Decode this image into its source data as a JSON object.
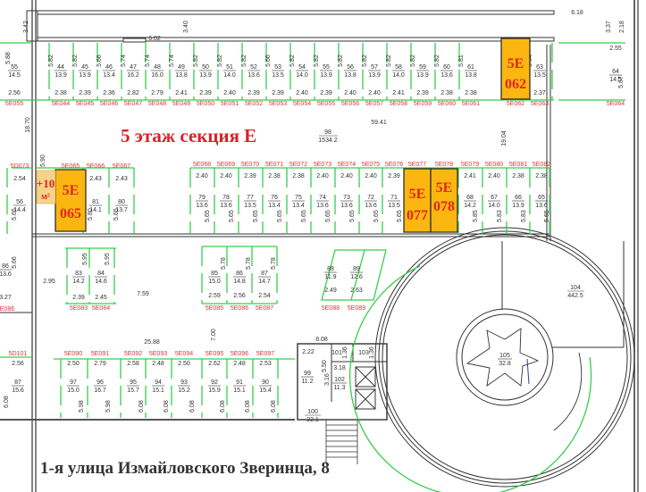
{
  "title": "5 этаж секция Е",
  "address": "1-я улица Измайловского Зверинца, 8",
  "colors": {
    "highlight": "#fbb710",
    "highlight_text": "#e0261f",
    "unit_code": "#e0303a",
    "partition": "#35d04a",
    "wall": "#333333"
  },
  "highlighted_units": [
    {
      "label_line1": "5E",
      "label_line2": "062",
      "code": "5E062"
    },
    {
      "label_line1": "5E",
      "label_line2": "065",
      "code": "5E065"
    },
    {
      "label_line1": "5E",
      "label_line2": "077",
      "code": "5E077"
    },
    {
      "label_line1": "5E",
      "label_line2": "078",
      "code": "5E078"
    }
  ],
  "extra_area": {
    "line1": "+10",
    "line2": "м²"
  },
  "top_row": [
    {
      "code": "5E044",
      "num": "44",
      "area": "13.9",
      "width": "2.38",
      "depth": "5.82"
    },
    {
      "code": "5E045",
      "num": "45",
      "area": "13.9",
      "width": "2.39",
      "depth": "5.82"
    },
    {
      "code": "5E046",
      "num": "46",
      "area": "13.4",
      "width": "2.36",
      "depth": "5.66"
    },
    {
      "code": "5E047",
      "num": "47",
      "area": "16.2",
      "width": "2.82",
      "depth": "5.74"
    },
    {
      "code": "5E048",
      "num": "48",
      "area": "16.0",
      "width": "2.79",
      "depth": "5.74"
    },
    {
      "code": "5E049",
      "num": "49",
      "area": "13.8",
      "width": "2.41",
      "depth": "5.74"
    },
    {
      "code": "5E050",
      "num": "50",
      "area": "13.9",
      "width": "2.39",
      "depth": "5.82"
    },
    {
      "code": "5E051",
      "num": "51",
      "area": "14.0",
      "width": "2.40",
      "depth": "5.82"
    },
    {
      "code": "5E052",
      "num": "52",
      "area": "13.6",
      "width": "2.39",
      "depth": "5.82"
    },
    {
      "code": "5E053",
      "num": "53",
      "area": "13.5",
      "width": "2.39",
      "depth": "5.66"
    },
    {
      "code": "5E054",
      "num": "54",
      "area": "14.0",
      "width": "2.40",
      "depth": "5.82"
    },
    {
      "code": "5E055",
      "num": "55",
      "area": "13.9",
      "width": "2.39",
      "depth": "5.82"
    },
    {
      "code": "5E056",
      "num": "56",
      "area": "13.8",
      "width": "2.40",
      "depth": "5.82"
    },
    {
      "code": "5E057",
      "num": "57",
      "area": "13.9",
      "width": "2.40",
      "depth": "5.82"
    },
    {
      "code": "5E058",
      "num": "58",
      "area": "14.0",
      "width": "2.41",
      "depth": "5.82"
    },
    {
      "code": "5E059",
      "num": "59",
      "area": "13.9",
      "width": "2.39",
      "depth": "5.82"
    },
    {
      "code": "5E060",
      "num": "60",
      "area": "13.6",
      "width": "2.38",
      "depth": "5.82"
    },
    {
      "code": "5E061",
      "num": "61",
      "area": "13.8",
      "width": "2.38",
      "depth": "5.81"
    },
    {
      "code": "5E062",
      "num": "",
      "area": "",
      "width": "",
      "depth": ""
    },
    {
      "code": "5E063",
      "num": "63",
      "area": "13.5",
      "width": "2.37",
      "depth": "5.64"
    }
  ],
  "left_top": {
    "code": "5E055",
    "num": "55",
    "area": "14.5",
    "width": "2.56",
    "depth": "5.88"
  },
  "right_top": {
    "code": "5E064",
    "num": "64",
    "area": "14.5",
    "width": "2.55",
    "depth": "5.67"
  },
  "mid_row_left": [
    {
      "code": "5D073",
      "num": "56",
      "area": "14.4",
      "width": "2.54",
      "depth": "5.65"
    },
    {
      "code": "5E065",
      "num": "",
      "area": "",
      "width": "",
      "depth": ""
    },
    {
      "code": "5E066",
      "num": "81",
      "area": "14.1",
      "width": "2.43",
      "depth": "5.80"
    },
    {
      "code": "5E067",
      "num": "80",
      "area": "13.7",
      "width": "2.43",
      "depth": "5.65"
    }
  ],
  "mid_row": [
    {
      "code": "5E068",
      "num": "79",
      "area": "13.6",
      "width": "2.40",
      "depth": "5.65"
    },
    {
      "code": "5E069",
      "num": "78",
      "area": "13.6",
      "width": "2.40",
      "depth": "5.65"
    },
    {
      "code": "5E070",
      "num": "77",
      "area": "13.5",
      "width": "2.39",
      "depth": "5.65"
    },
    {
      "code": "5E071",
      "num": "76",
      "area": "13.4",
      "width": "2.38",
      "depth": "5.65"
    },
    {
      "code": "5E072",
      "num": "75",
      "area": "13.4",
      "width": "2.38",
      "depth": "5.65"
    },
    {
      "code": "5E073",
      "num": "74",
      "area": "13.6",
      "width": "2.40",
      "depth": "5.65"
    },
    {
      "code": "5E074",
      "num": "73",
      "area": "13.6",
      "width": "2.40",
      "depth": "5.65"
    },
    {
      "code": "5E075",
      "num": "72",
      "area": "13.6",
      "width": "2.40",
      "depth": "5.65"
    },
    {
      "code": "5E076",
      "num": "71",
      "area": "13.5",
      "width": "2.39",
      "depth": "5.65"
    },
    {
      "code": "5E077",
      "num": "",
      "area": "",
      "width": "",
      "depth": ""
    },
    {
      "code": "5E078",
      "num": "",
      "area": "",
      "width": "",
      "depth": ""
    },
    {
      "code": "5E079",
      "num": "68",
      "area": "14.2",
      "width": "2.41",
      "depth": "5.85"
    },
    {
      "code": "5E080",
      "num": "67",
      "area": "14.0",
      "width": "2.40",
      "depth": "5.83"
    },
    {
      "code": "5E081",
      "num": "66",
      "area": "13.9",
      "width": "2.38",
      "depth": "5.83"
    },
    {
      "code": "5E082",
      "num": "65",
      "area": "13.6",
      "width": "2.38",
      "depth": "5.65"
    }
  ],
  "lower_left": [
    {
      "code": "5E083",
      "num": "83",
      "area": "14.2",
      "width": "2.39",
      "depth": "5.95"
    },
    {
      "code": "5E084",
      "num": "84",
      "area": "14.6",
      "width": "2.45",
      "depth": "5.95"
    }
  ],
  "lower_mid": [
    {
      "code": "5E085",
      "num": "85",
      "area": "15.0",
      "width": "2.59",
      "depth": "5.78"
    },
    {
      "code": "5E086",
      "num": "86",
      "area": "14.8",
      "width": "2.56",
      "depth": "5.78"
    },
    {
      "code": "5E087",
      "num": "87",
      "area": "14.7",
      "width": "2.54",
      "depth": "5.78"
    }
  ],
  "skew_units": [
    {
      "code": "5E088",
      "num": "88",
      "area": "11.9",
      "width": "2.49"
    },
    {
      "code": "5E089",
      "num": "89",
      "area": "12.6",
      "width": "2.63"
    }
  ],
  "bottom_row": [
    {
      "code": "5E090",
      "num": "97",
      "area": "15.0",
      "width": "2.50",
      "depth": "5.98"
    },
    {
      "code": "5E091",
      "num": "96",
      "area": "16.7",
      "width": "2.79",
      "depth": "5.98"
    },
    {
      "code": "5E092",
      "num": "95",
      "area": "15.7",
      "width": "2.58",
      "depth": "6.08"
    },
    {
      "code": "5E093",
      "num": "94",
      "area": "15.1",
      "width": "2.48",
      "depth": "6.08"
    },
    {
      "code": "5E094",
      "num": "93",
      "area": "15.2",
      "width": "2.50",
      "depth": "6.08"
    },
    {
      "code": "5E095",
      "num": "92",
      "area": "15.9",
      "width": "2.62",
      "depth": "6.08"
    },
    {
      "code": "5E096",
      "num": "91",
      "area": "15.1",
      "width": "2.48",
      "depth": "6.08"
    },
    {
      "code": "5E097",
      "num": "90",
      "area": "15.4",
      "width": "2.53",
      "depth": "6.08"
    }
  ],
  "left_bottom": {
    "code": "5D101",
    "num": "87",
    "area": "15.6",
    "width": "2.56",
    "depth": "6.08"
  },
  "left_mid": {
    "code": "5E086",
    "num": "86",
    "area": "13.6",
    "width": "3.27",
    "depth": "5.66"
  },
  "core_rooms": [
    {
      "num": "99",
      "area": "11.2"
    },
    {
      "num": "100",
      "area": "22.1"
    },
    {
      "num": "101",
      "area": ""
    },
    {
      "num": "102",
      "area": "11.3"
    },
    {
      "num": "103",
      "area": ""
    }
  ],
  "large_rooms": [
    {
      "num": "98",
      "area": "1534.2"
    },
    {
      "num": "104",
      "area": "442.5"
    },
    {
      "num": "105",
      "area": "32.8"
    }
  ],
  "dimensions": {
    "corridor_length": "59.41",
    "corridor_width": "19.04",
    "top_right": "6.18",
    "top_mid": "6.02",
    "top_left_v": "3.42",
    "top_mid_v": "3.40",
    "top_right_v1": "3.37",
    "top_right_v2": "2.18",
    "left_v": "18.70",
    "left_v2": "5.90",
    "bottom_span": "25.88",
    "hall_width": "7.59",
    "vertical_mid": "7.00",
    "side_corridor": "2.95",
    "core_top": "8.08",
    "core_a": "2.22",
    "core_b": "5.50",
    "core_c": "3.18",
    "core_d": "3.16",
    "core_e": "1.36",
    "core_f": "1.36"
  }
}
